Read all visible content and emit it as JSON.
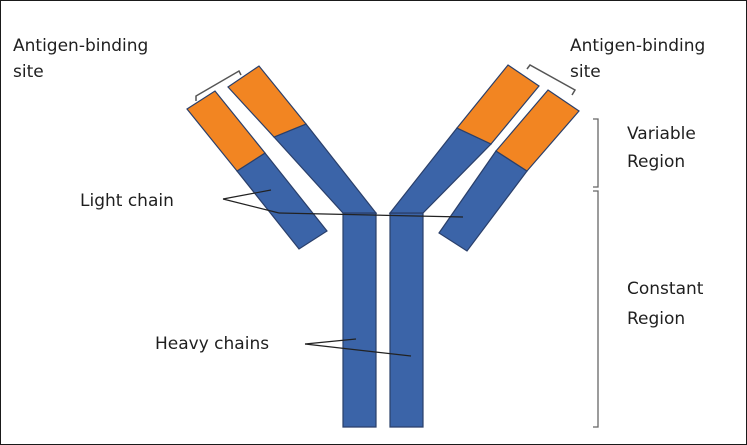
{
  "labels": {
    "antigen_binding_left": [
      "Antigen-binding",
      "site"
    ],
    "antigen_binding_right": [
      "Antigen-binding",
      "site"
    ],
    "variable_region": [
      "Variable",
      "Region"
    ],
    "constant_region": [
      "Constant",
      "Region"
    ],
    "light_chain": "Light chain",
    "heavy_chains": "Heavy chains"
  },
  "colors": {
    "constant_blue": "#3b64a8",
    "variable_orange": "#f28522",
    "outline": "#2a3f6a",
    "line": "#222222",
    "bracket": "#666666"
  }
}
